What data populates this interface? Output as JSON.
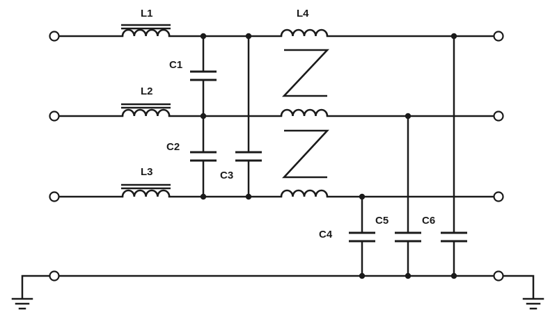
{
  "labels": {
    "L1": "L1",
    "L2": "L2",
    "L3": "L3",
    "L4": "L4",
    "C1": "C1",
    "C2": "C2",
    "C3": "C3",
    "C4": "C4",
    "C5": "C5",
    "C6": "C6"
  },
  "colors": {
    "ink": "#1a1a1a",
    "background": "#ffffff"
  }
}
